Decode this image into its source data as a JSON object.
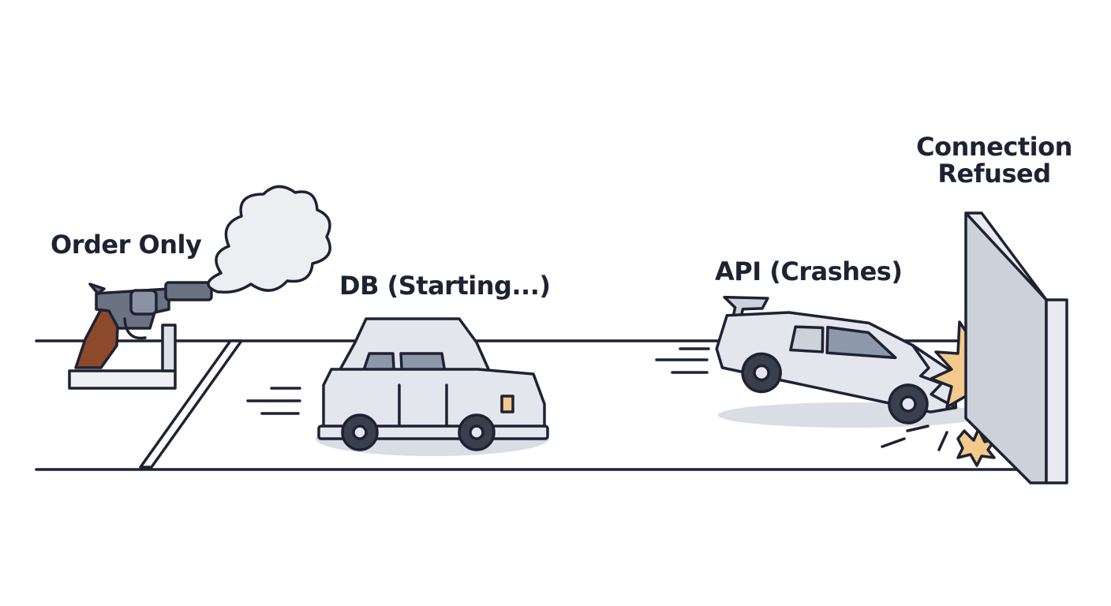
{
  "labels": {
    "order_only": "Order Only",
    "db": "DB (Starting...)",
    "api": "API (Crashes)",
    "refused": "Connection Refused"
  },
  "colors": {
    "ink": "#1e2233",
    "car_body": "#e3e6ec",
    "car_window": "#8e98ab",
    "shadow": "#d9dde5",
    "grip": "#8c4a2a",
    "smoke": "#eceef1",
    "spark": "#f3c98c",
    "wall_front": "#cdd1d9",
    "wall_side": "#e8eaef"
  }
}
